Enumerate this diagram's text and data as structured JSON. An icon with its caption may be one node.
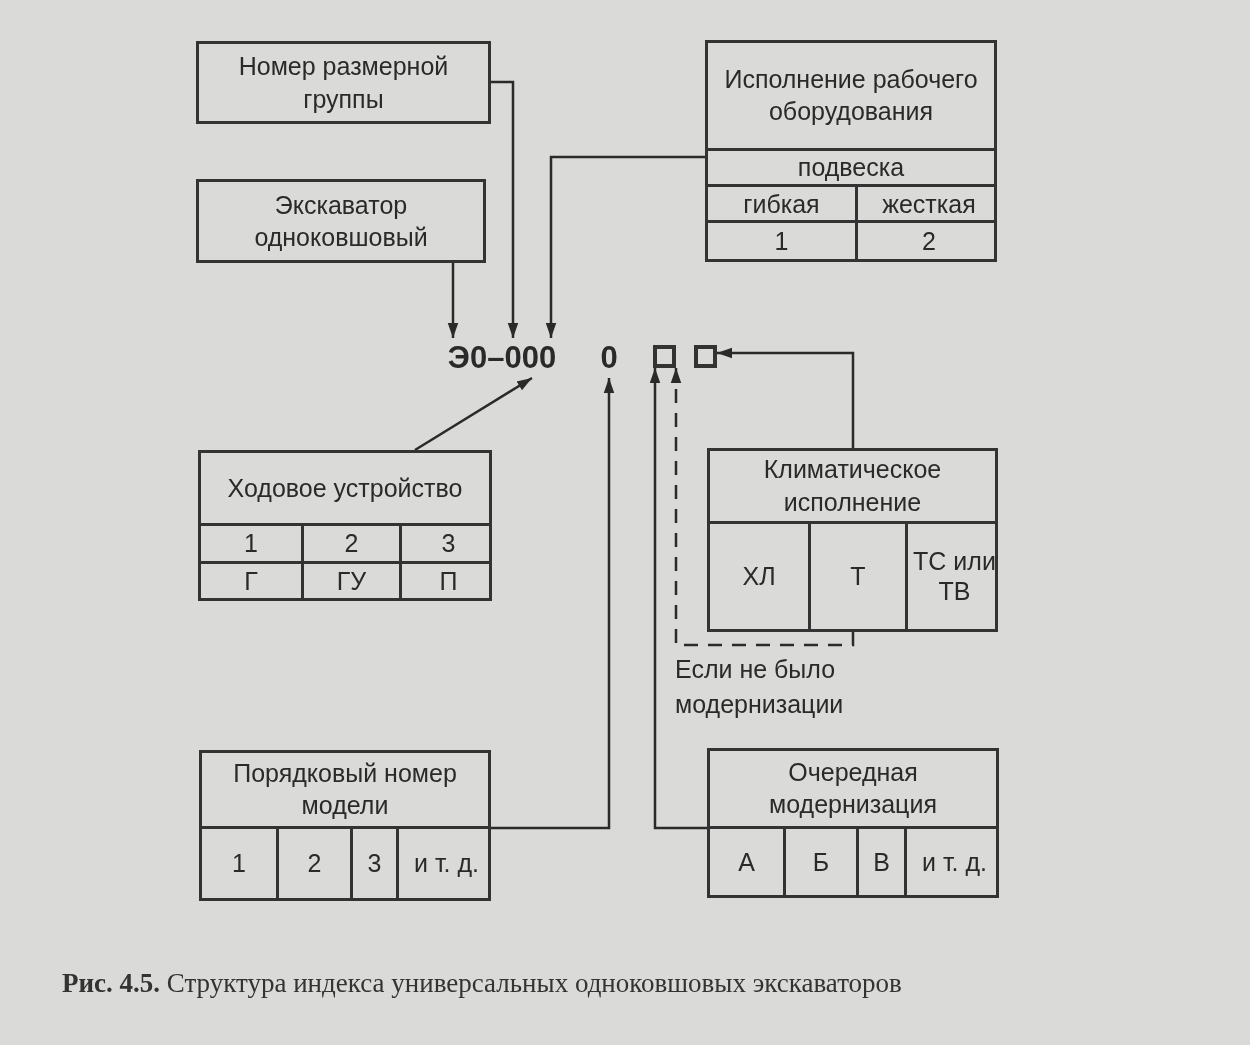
{
  "diagram": {
    "caption": "**Рис. 4.5.** Структура индекса универсальных одноковшовых экскаваторов",
    "nodes": [
      {
        "text": [
          "Номер размерной группы"
        ]
      },
      {
        "text": [
          "Экскаватор одноковшовый"
        ]
      },
      {
        "text": [
          "Исполнение рабочего оборудования",
          "подвеска",
          "гибкая",
          "жесткая",
          "1",
          "2"
        ]
      },
      {
        "text": [
          "Э0–000"
        ]
      },
      {
        "text": [
          "0"
        ]
      },
      {
        "text": [],
        "shape": "box"
      },
      {
        "text": [],
        "shape": "box"
      },
      {
        "text": [
          "Ходовое устройство",
          "1",
          "2",
          "3",
          "Г",
          "ГУ",
          "П"
        ]
      },
      {
        "text": [
          "Климатическое исполнение",
          "ХЛ",
          "Т",
          "ТС или ТВ"
        ]
      },
      {
        "text": [
          "Порядковый номер модели",
          "1",
          "2",
          "3",
          "и т. д."
        ]
      },
      {
        "text": [
          "Очередная модернизация",
          "А",
          "Б",
          "В",
          "и т. д."
        ]
      }
    ],
    "edges": [
      {
        "from": 1,
        "to": 3,
        "arrow": "to"
      },
      {
        "from": 0,
        "to": 3,
        "arrow": "to"
      },
      {
        "from": 2,
        "to": 3,
        "arrow": "to"
      },
      {
        "from": 7,
        "to": 3,
        "arrow": "to"
      },
      {
        "from": 9,
        "to": 4,
        "arrow": "to"
      },
      {
        "from": 10,
        "to": 5,
        "arrow": "to"
      },
      {
        "from": 8,
        "to": 5,
        "arrow": "to",
        "style": "dashed"
      },
      {
        "from": 8,
        "to": 6,
        "arrow": "to"
      }
    ],
    "labels": [
      "Если не было модернизации"
    ]
  }
}
